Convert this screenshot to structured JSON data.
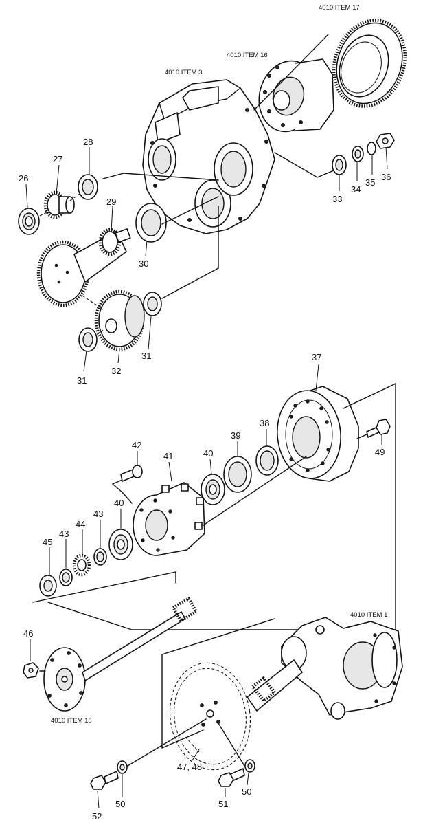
{
  "references": {
    "item_17": "4010 ITEM 17",
    "item_16": "4010 ITEM 16",
    "item_3": "4010 ITEM 3",
    "item_1": "4010 ITEM 1",
    "item_18": "4010 ITEM 18"
  },
  "callouts": {
    "n26": "26",
    "n27": "27",
    "n28": "28",
    "n29": "29",
    "n30": "30",
    "n31a": "31",
    "n31b": "31",
    "n32": "32",
    "n33": "33",
    "n34": "34",
    "n35": "35",
    "n36": "36",
    "n37": "37",
    "n38": "38",
    "n39": "39",
    "n40a": "40",
    "n40b": "40",
    "n41": "41",
    "n42": "42",
    "n43a": "43",
    "n43b": "43",
    "n44": "44",
    "n45": "45",
    "n46": "46",
    "n47_48": "47, 48",
    "n49": "49",
    "n50a": "50",
    "n50b": "50",
    "n51": "51",
    "n52": "52"
  }
}
